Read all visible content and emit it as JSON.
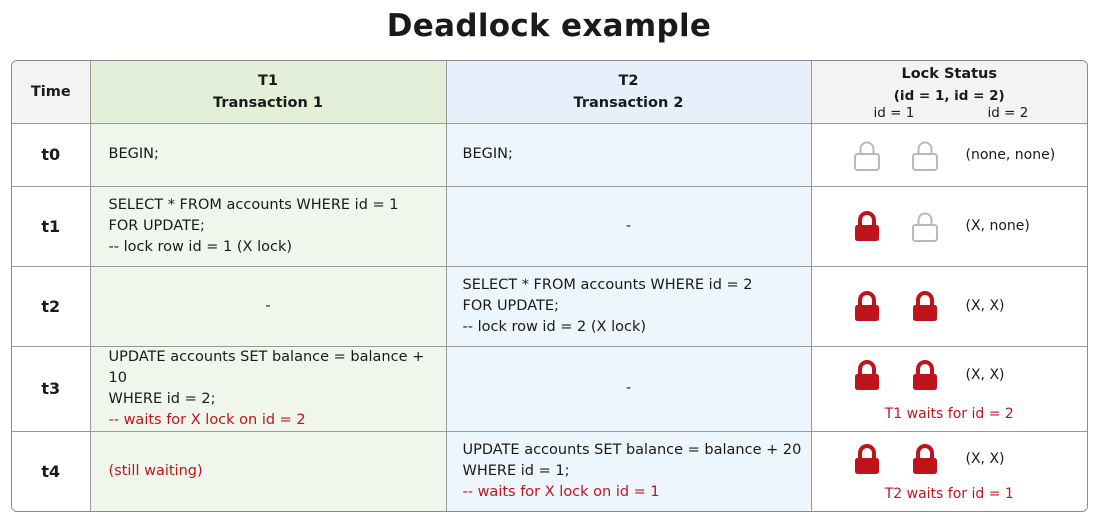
{
  "title": "Deadlock example",
  "headers": {
    "time": "Time",
    "t1_line1": "T1",
    "t1_line2": "Transaction 1",
    "t2_line1": "T2",
    "t2_line2": "Transaction 2",
    "lock_line1": "Lock Status",
    "lock_line2": "(id = 1, id = 2)",
    "lock_sub1": "id = 1",
    "lock_sub2": "id = 2"
  },
  "rows": [
    {
      "time": "t0",
      "t1": [
        "BEGIN;"
      ],
      "t2": [
        "BEGIN;"
      ],
      "locks": [
        "unlocked",
        "unlocked"
      ],
      "state": "(none, none)",
      "note": ""
    },
    {
      "time": "t1",
      "t1": [
        "SELECT * FROM accounts WHERE id = 1",
        "FOR UPDATE;",
        "-- lock row id = 1 (X lock)"
      ],
      "t2": [
        "-"
      ],
      "locks": [
        "locked",
        "unlocked"
      ],
      "state": "(X, none)",
      "note": ""
    },
    {
      "time": "t2",
      "t1": [
        "-"
      ],
      "t2": [
        "SELECT * FROM accounts WHERE id = 2",
        "FOR UPDATE;",
        "-- lock row id = 2 (X lock)"
      ],
      "locks": [
        "locked",
        "locked"
      ],
      "state": "(X, X)",
      "note": ""
    },
    {
      "time": "t3",
      "t1": [
        "UPDATE accounts SET balance = balance + 10",
        "WHERE id = 2;",
        "-- waits for X lock on id = 2"
      ],
      "t2": [
        "-"
      ],
      "locks": [
        "locked",
        "locked"
      ],
      "state": "(X, X)",
      "note": "T1 waits for id = 2"
    },
    {
      "time": "t4",
      "t1": [
        "(still waiting)"
      ],
      "t2": [
        "UPDATE accounts SET balance = balance + 20",
        "WHERE id = 1;",
        "-- waits for X lock on id = 1"
      ],
      "locks": [
        "locked",
        "locked"
      ],
      "state": "(X, X)",
      "note": "T2 waits for id = 1"
    }
  ],
  "colors": {
    "locked": "#c0141c",
    "unlocked": "#b8b8b8",
    "warning_text": "#c0141c",
    "t1_bg": "#f0f6eb",
    "t2_bg": "#edf5fd"
  }
}
